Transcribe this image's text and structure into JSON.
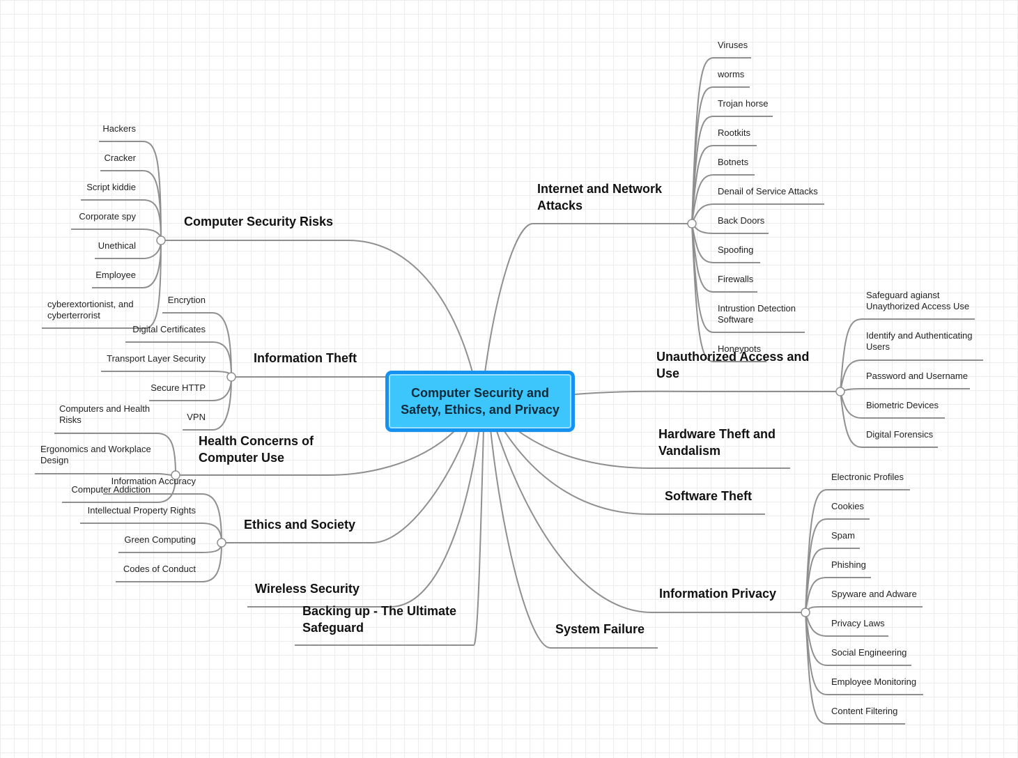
{
  "center": "Computer Security and Safety, Ethics, and Privacy",
  "topics": {
    "computer_security_risks": {
      "title": "Computer Security Risks",
      "items": [
        "Hackers",
        "Cracker",
        "Script kiddie",
        "Corporate spy",
        "Unethical",
        "Employee",
        "cyberextortionist, and cyberterrorist"
      ]
    },
    "information_theft": {
      "title": "Information Theft",
      "items": [
        "Encrytion",
        "Digital Certificates",
        "Transport Layer Security",
        "Secure HTTP",
        "VPN"
      ]
    },
    "health_concerns": {
      "title": "Health Concerns of Computer Use",
      "items": [
        "Computers and Health Risks",
        "Ergonomics and Workplace Design",
        "Computer Addiction"
      ]
    },
    "ethics_and_society": {
      "title": "Ethics and Society",
      "items": [
        "Information Accuracy",
        "Intellectual Property Rights",
        "Green Computing",
        "Codes of Conduct"
      ]
    },
    "wireless_security": {
      "title": "Wireless Security"
    },
    "backing_up": {
      "title": "Backing up - The Ultimate Safeguard"
    },
    "internet_attacks": {
      "title": "Internet and Network Attacks",
      "items": [
        "Viruses",
        "worms",
        "Trojan horse",
        "Rootkits",
        "Botnets",
        "Denail of Service Attacks",
        "Back Doors",
        "Spoofing",
        "Firewalls",
        "Intrustion Detection Software",
        "Honeypots"
      ]
    },
    "unauthorized_access": {
      "title": "Unauthorized Access and Use",
      "items": [
        "Safeguard agianst Unaythorized Access Use",
        "Identify and Authenticating Users",
        "Password and Username",
        "Biometric Devices",
        "Digital Forensics"
      ]
    },
    "hardware_theft": {
      "title": "Hardware Theft and Vandalism"
    },
    "software_theft": {
      "title": "Software Theft"
    },
    "information_privacy": {
      "title": "Information Privacy",
      "items": [
        "Electronic Profiles",
        "Cookies",
        "Spam",
        "Phishing",
        "Spyware and Adware",
        "Privacy Laws",
        "Social Engineering",
        "Employee Monitoring",
        "Content Filtering"
      ]
    },
    "system_failure": {
      "title": "System Failure"
    }
  }
}
